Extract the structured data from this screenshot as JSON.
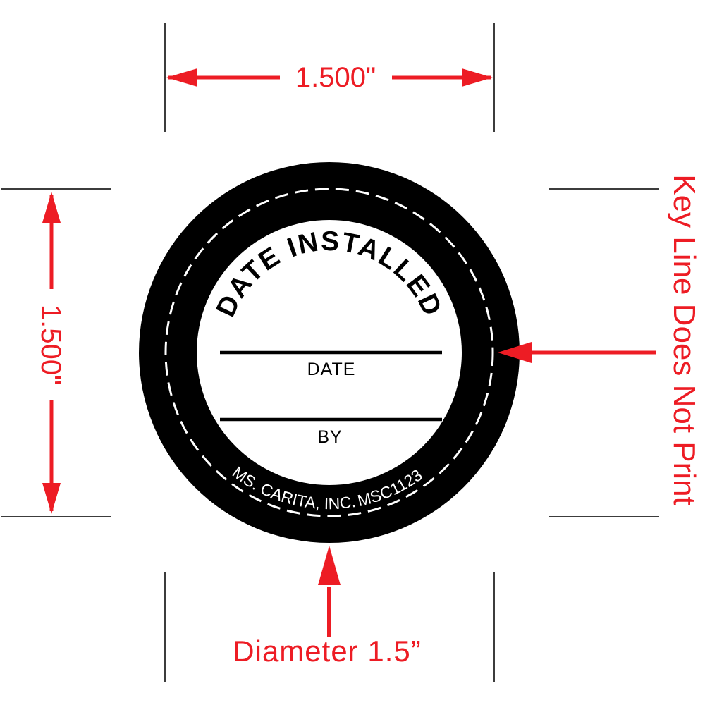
{
  "label": {
    "arc_top_text": "DATE INSTALLED",
    "company": "MS. CARITA, INC.",
    "part_number": "MSC1123",
    "field_date_label": "DATE",
    "field_by_label": "BY"
  },
  "dimensions": {
    "width_value": "1.500\"",
    "height_value": "1.500\"",
    "diameter_note": "Diameter 1.5”",
    "keyline_note": "Key Line Does Not Print"
  },
  "colors": {
    "dimension_red": "#ED1C24",
    "label_black": "#000000",
    "keyline_white": "#FFFFFF",
    "tick_gray": "#3C3C3C"
  }
}
